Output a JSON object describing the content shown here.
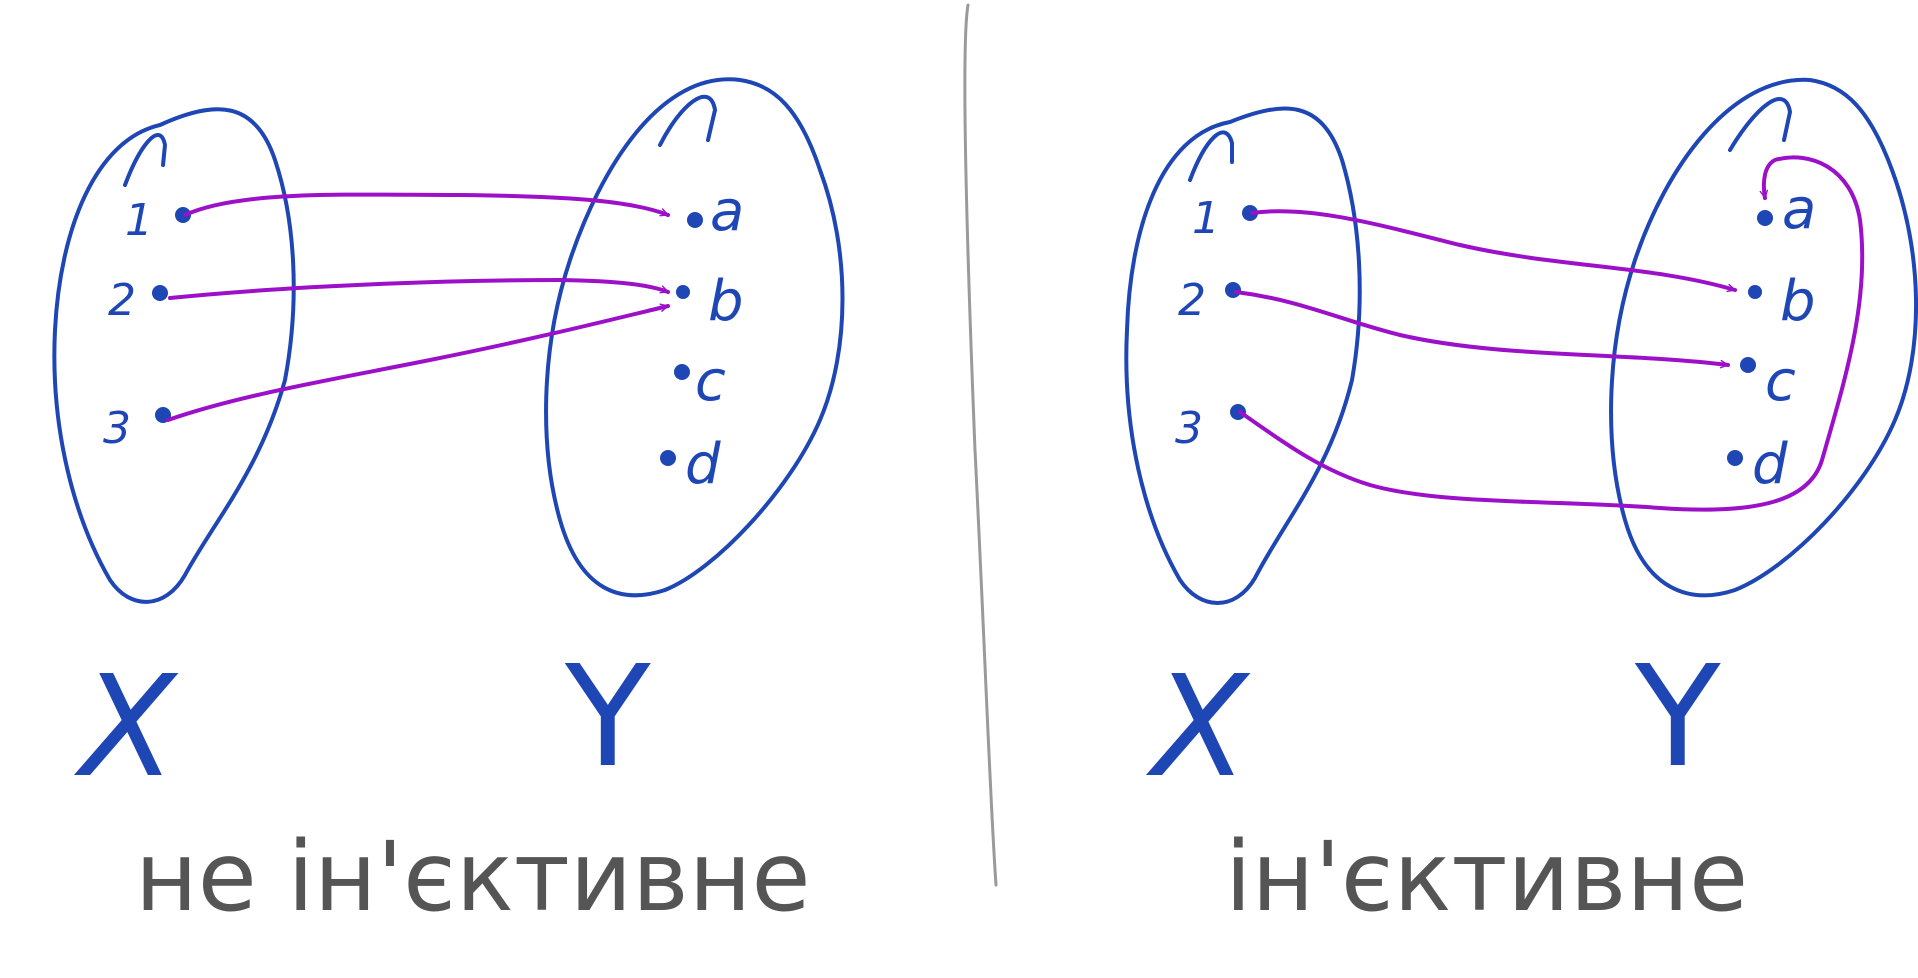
{
  "colors": {
    "set_ink": "#1e46b4",
    "arrow_ink": "#9b10c8",
    "caption_ink": "#555555",
    "divider": "#9a9a9a"
  },
  "left_diagram": {
    "caption": "не ін'єктивне",
    "domain": {
      "name": "X",
      "elements": [
        "1",
        "2",
        "3"
      ]
    },
    "codomain": {
      "name": "Y",
      "elements": [
        "a",
        "b",
        "c",
        "d"
      ]
    },
    "mapping": [
      {
        "from": "1",
        "to": "a"
      },
      {
        "from": "2",
        "to": "b"
      },
      {
        "from": "3",
        "to": "b"
      }
    ]
  },
  "right_diagram": {
    "caption": "ін'єктивне",
    "domain": {
      "name": "X",
      "elements": [
        "1",
        "2",
        "3"
      ]
    },
    "codomain": {
      "name": "Y",
      "elements": [
        "a",
        "b",
        "c",
        "d"
      ]
    },
    "mapping": [
      {
        "from": "1",
        "to": "b"
      },
      {
        "from": "2",
        "to": "c"
      },
      {
        "from": "3",
        "to": "a"
      }
    ]
  }
}
